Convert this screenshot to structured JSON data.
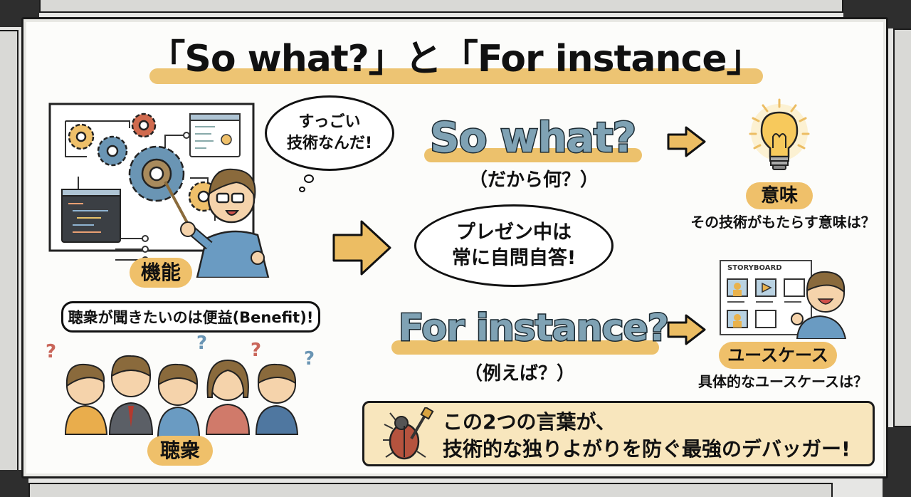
{
  "title": "「So what?」と「For instance」",
  "left_panel": {
    "presenter_bubble": [
      "すっごい",
      "技術なんだ!"
    ],
    "feature_label": "機能",
    "audience_bubble": "聴衆が聞きたいのは便益(Benefit)!",
    "audience_label": "聴衆"
  },
  "center": {
    "so_what": "So what?",
    "so_what_sub": "（だから何？）",
    "center_bubble": [
      "プレゼン中は",
      "常に自問自答!"
    ],
    "for_instance": "For instance?",
    "for_instance_sub": "（例えば？）"
  },
  "right_panel": {
    "meaning_label": "意味",
    "meaning_caption": "その技術がもたらす意味は？",
    "storyboard_title": "STORYBOARD",
    "usecase_label": "ユースケース",
    "usecase_caption": "具体的なユースケースは？"
  },
  "bottom_banner": {
    "line1": "この2つの言葉が、",
    "line2": "技術的な独りよがりを防ぐ最強のデバッガー!"
  },
  "colors": {
    "accent_yellow": "#ecc16c",
    "word_blue": "#7fa2b4",
    "banner_bg": "#f8e6bd",
    "board_bg": "#fcfcfa"
  }
}
